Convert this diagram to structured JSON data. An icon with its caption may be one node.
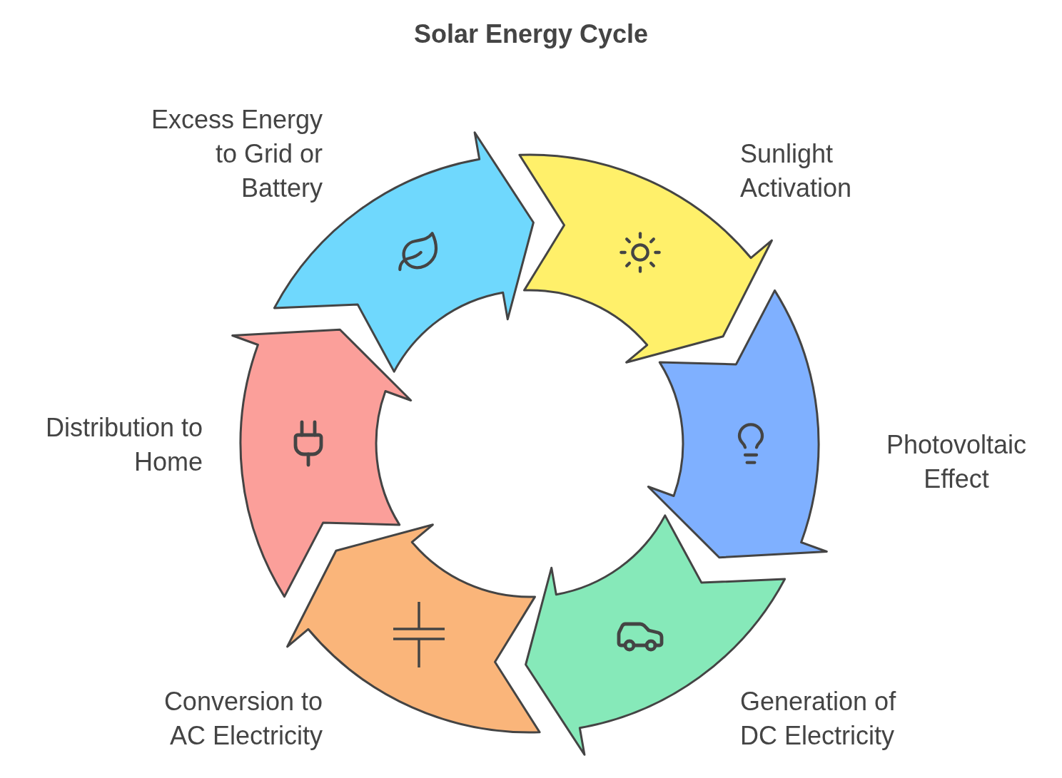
{
  "diagram": {
    "title": "Solar Energy Cycle",
    "nodes": [
      {
        "text": [
          "Sunlight Activation"
        ]
      },
      {
        "text": [
          "Photovoltaic Effect"
        ]
      },
      {
        "text": [
          "Generation of DC Electricity"
        ]
      },
      {
        "text": [
          "Conversion to AC Electricity"
        ]
      },
      {
        "text": [
          "Distribution to Home"
        ]
      },
      {
        "text": [
          "Excess Energy to Grid or Battery"
        ]
      }
    ]
  }
}
